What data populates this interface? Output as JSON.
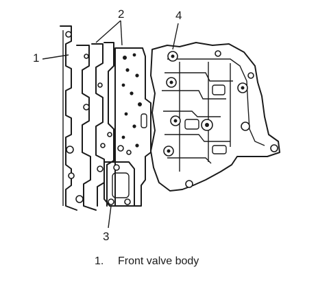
{
  "callouts": {
    "c1": "1",
    "c2": "2",
    "c3": "3",
    "c4": "4"
  },
  "caption": {
    "number": "1.",
    "text": "Front valve body"
  },
  "colors": {
    "ink": "#1a1a1a",
    "background": "#ffffff"
  }
}
